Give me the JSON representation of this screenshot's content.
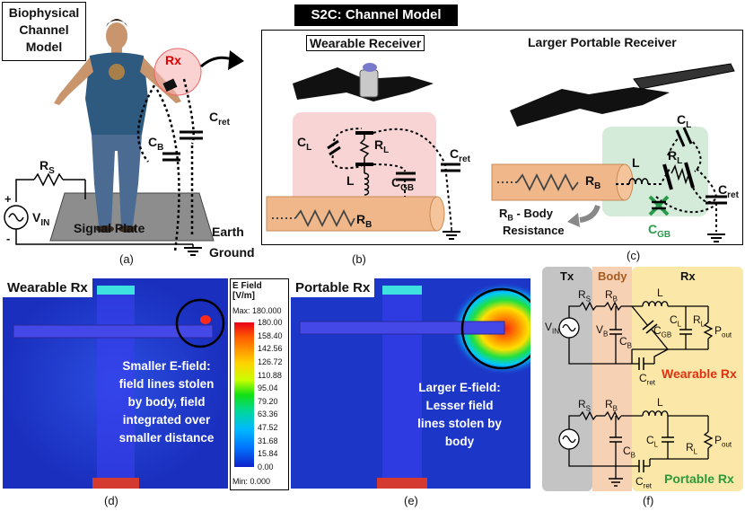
{
  "top_left_box": {
    "line1": "Biophysical",
    "line2": "Channel",
    "line3": "Model"
  },
  "s2c_title": "S2C: Channel Model",
  "panel_a": {
    "rx": "Rx",
    "c_ret": "C",
    "c_ret_sub": "ret",
    "c_b": "C",
    "c_b_sub": "B",
    "rs": "R",
    "rs_sub": "S",
    "vin": "V",
    "vin_sub": "IN",
    "plus": "+",
    "minus": "-",
    "signal_plate": "Signal Plate",
    "earth": "Earth",
    "ground": "Ground",
    "caption": "(a)"
  },
  "panel_b": {
    "title": "Wearable Receiver",
    "cl": "C",
    "cl_sub": "L",
    "rl": "R",
    "rl_sub": "L",
    "l": "L",
    "cgb": "C",
    "cgb_sub": "GB",
    "cret": "C",
    "cret_sub": "ret",
    "rb": "R",
    "rb_sub": "B",
    "caption": "(b)"
  },
  "panel_c": {
    "title": "Larger Portable Receiver",
    "cl": "C",
    "cl_sub": "L",
    "rl": "R",
    "rl_sub": "L",
    "l": "L",
    "rb": "R",
    "rb_sub": "B",
    "cret": "C",
    "cret_sub": "ret",
    "cgb": "C",
    "cgb_sub": "GB",
    "body_res_1": "- Body",
    "body_res_2": "Resistance",
    "caption": "(c)"
  },
  "panel_d": {
    "title": "Wearable Rx",
    "text": [
      "Smaller E-field:",
      "field lines stolen",
      "by body, field",
      "integrated over",
      "smaller distance"
    ],
    "caption": "(d)"
  },
  "legend": {
    "title1": "E Field",
    "title2": "[V/m]",
    "max": "Max: 180.000",
    "min": "Min:  0.000",
    "ticks": [
      "180.00",
      "158.40",
      "142.56",
      "126.72",
      "110.88",
      "95.04",
      "79.20",
      "63.36",
      "47.52",
      "31.68",
      "15.84",
      "0.00"
    ]
  },
  "panel_e": {
    "title": "Portable Rx",
    "text": [
      "Larger E-field:",
      "Lesser field",
      "lines stolen by",
      "body"
    ],
    "caption": "(e)"
  },
  "panel_f": {
    "tx": "Tx",
    "body": "Body",
    "rx": "Rx",
    "rs": "R",
    "rs_sub": "S",
    "rb": "R",
    "rb_sub": "B",
    "l": "L",
    "vin": "V",
    "vin_sub": "IN",
    "vb": "V",
    "vb_sub": "B",
    "cb": "C",
    "cb_sub": "B",
    "cgb": "C",
    "cgb_sub": "GB",
    "cl": "C",
    "cl_sub": "L",
    "rl": "R",
    "rl_sub": "L",
    "pout": "P",
    "pout_sub": "out",
    "cret": "C",
    "cret_sub": "ret",
    "wearable": "Wearable Rx",
    "portable": "Portable Rx",
    "caption": "(f)"
  }
}
